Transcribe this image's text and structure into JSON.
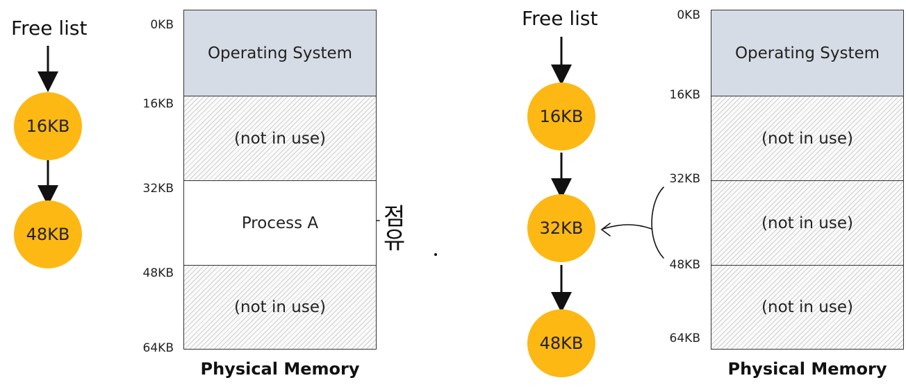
{
  "left": {
    "free_list_title": "Free list",
    "nodes": [
      "16KB",
      "48KB"
    ],
    "addresses": [
      "0KB",
      "16KB",
      "32KB",
      "48KB",
      "64KB"
    ],
    "segments": [
      "Operating System",
      "(not in use)",
      "Process A",
      "(not in use)"
    ],
    "caption": "Physical Memory",
    "annotation": "점유"
  },
  "right": {
    "free_list_title": "Free list",
    "nodes": [
      "16KB",
      "32KB",
      "48KB"
    ],
    "addresses": [
      "0KB",
      "16KB",
      "32KB",
      "48KB",
      "64KB"
    ],
    "segments": [
      "Operating System",
      "(not in use)",
      "(not in use)",
      "(not in use)"
    ],
    "caption": "Physical Memory"
  },
  "colors": {
    "node_fill": "#FDB813",
    "os_fill": "#D6DCE5",
    "border": "#333333"
  }
}
